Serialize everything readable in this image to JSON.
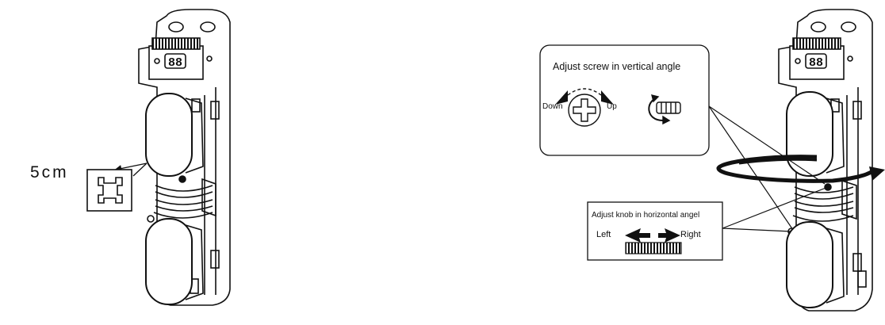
{
  "distance_label": "5cm",
  "vertical_adjust": {
    "title": "Adjust screw in vertical angle",
    "down_label": "Down",
    "up_label": "Up"
  },
  "horizontal_adjust": {
    "title": "Adjust knob in horizontal angel",
    "left_label": "Left",
    "right_label": "Right"
  },
  "display_readout": "88",
  "colors": {
    "line": "#111111",
    "background": "#ffffff"
  }
}
